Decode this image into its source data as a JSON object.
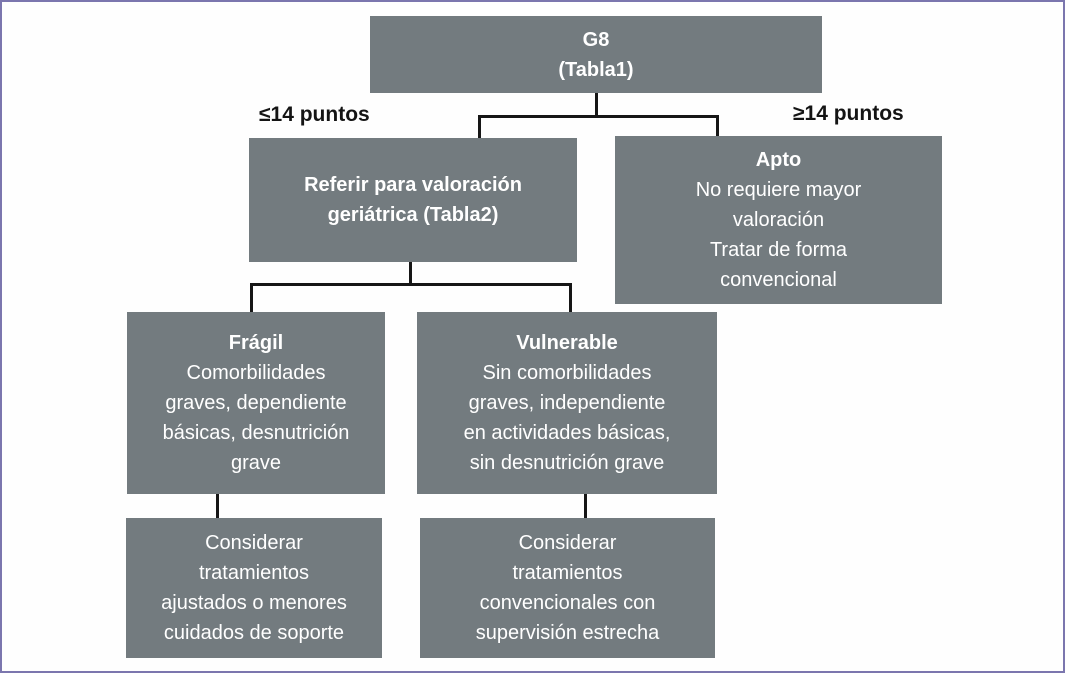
{
  "colors": {
    "box_fill": "#737b7f",
    "box_text": "#ffffff",
    "connector": "#161616",
    "label_text": "#141414",
    "frame_border": "#7b76ae",
    "background": "#fefefe"
  },
  "branch_labels": {
    "low_score": "≤14 puntos",
    "high_score": "≥14 puntos"
  },
  "nodes": {
    "g8": {
      "title_lines": [
        "G8",
        "(Tabla1)"
      ]
    },
    "referir": {
      "title_lines": [
        "Referir para valoración",
        "geriátrica (Tabla2)"
      ]
    },
    "apto": {
      "title_lines": [
        "Apto"
      ],
      "lines": [
        "No requiere mayor",
        "valoración",
        "Tratar de forma",
        "convencional"
      ]
    },
    "fragil": {
      "title_lines": [
        "Frágil"
      ],
      "lines": [
        "Comorbilidades",
        "graves, dependiente",
        "básicas, desnutrición",
        "grave"
      ]
    },
    "vulnerable": {
      "title_lines": [
        "Vulnerable"
      ],
      "lines": [
        "Sin comorbilidades",
        "graves, independiente",
        "en actividades básicas,",
        "sin desnutrición grave"
      ]
    },
    "plan_fragil": {
      "lines": [
        "Considerar",
        "tratamientos",
        "ajustados o menores",
        "cuidados de soporte"
      ]
    },
    "plan_vulnerable": {
      "lines": [
        "Considerar",
        "tratamientos",
        "convencionales con",
        "supervisión estrecha"
      ]
    }
  }
}
